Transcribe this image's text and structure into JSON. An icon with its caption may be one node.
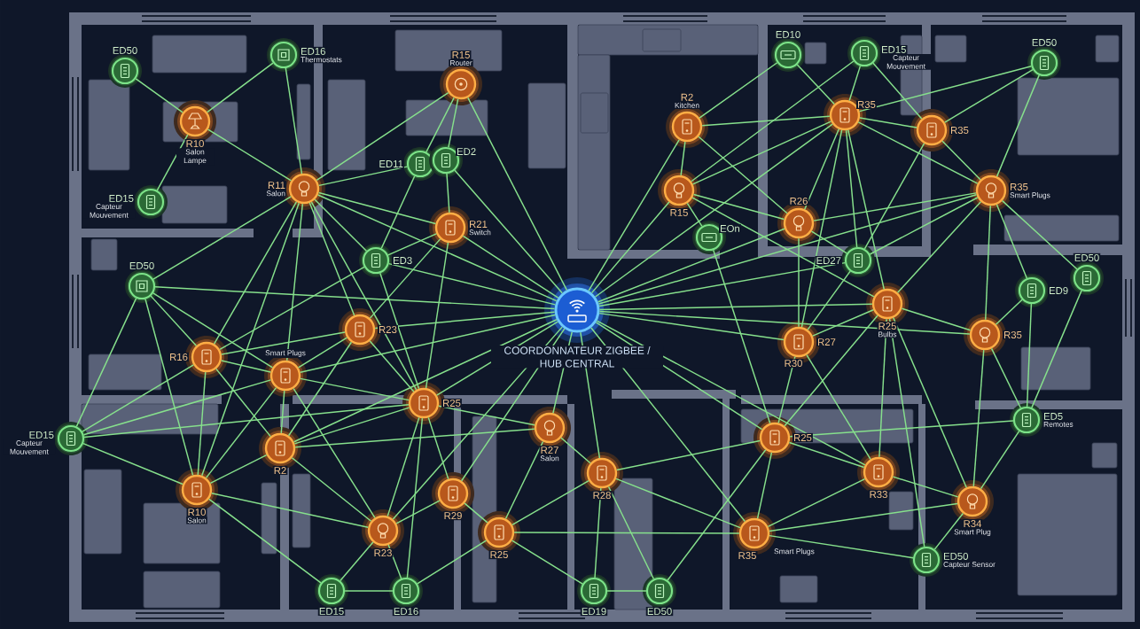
{
  "diagram": {
    "nodes": [
      {
        "text": [
          "COORDONNATEUR ZIGBEE / HUB CENTRAL"
        ]
      },
      {
        "text": [
          "ED50"
        ]
      },
      {
        "text": [
          "ED16",
          "Thermostats"
        ]
      },
      {
        "text": [
          "R15",
          "Router"
        ]
      },
      {
        "text": [
          "R10",
          "Salon Lampe"
        ]
      },
      {
        "text": [
          "ED15",
          "Capteur Mouvement"
        ]
      },
      {
        "text": [
          "R11",
          "Salon"
        ]
      },
      {
        "text": [
          "ED11"
        ]
      },
      {
        "text": [
          "ED2"
        ]
      },
      {
        "text": [
          "R21",
          "Switch"
        ]
      },
      {
        "text": [
          "ED3"
        ]
      },
      {
        "text": [
          "R2",
          "Kitchen"
        ]
      },
      {
        "text": [
          "R15"
        ]
      },
      {
        "text": [
          "EOn"
        ]
      },
      {
        "text": [
          "ED10"
        ]
      },
      {
        "text": [
          "ED15",
          "Capteur Mouvement"
        ]
      },
      {
        "text": [
          "R35"
        ]
      },
      {
        "text": [
          "R35"
        ]
      },
      {
        "text": [
          "ED50"
        ]
      },
      {
        "text": [
          "R26"
        ]
      },
      {
        "text": [
          "R35",
          "Smart Plugs"
        ]
      },
      {
        "text": [
          "ED27"
        ]
      },
      {
        "text": [
          "ED50"
        ]
      },
      {
        "text": [
          "ED50"
        ]
      },
      {
        "text": [
          "ED9"
        ]
      },
      {
        "text": [
          "R25",
          "Bulbs"
        ]
      },
      {
        "text": [
          "R23"
        ]
      },
      {
        "text": [
          "R27"
        ],
        "beside": [
          "R30"
        ]
      },
      {
        "text": [
          "R35"
        ]
      },
      {
        "text": [
          "R16"
        ]
      },
      {
        "text": [
          "Smart Plugs"
        ]
      },
      {
        "text": [
          "R25"
        ]
      },
      {
        "text": [
          "ED15",
          "Capteur Mouvement"
        ]
      },
      {
        "text": [
          "R27",
          "Salon"
        ]
      },
      {
        "text": [
          "R25"
        ]
      },
      {
        "text": [
          "ED5",
          "Remotes"
        ]
      },
      {
        "text": [
          "R2"
        ]
      },
      {
        "text": [
          "R33"
        ]
      },
      {
        "text": [
          "R28"
        ]
      },
      {
        "text": [
          "R10",
          "Salon"
        ]
      },
      {
        "text": [
          "R29"
        ]
      },
      {
        "text": [
          "R34",
          "Smart Plug"
        ]
      },
      {
        "text": [
          "R23"
        ]
      },
      {
        "text": [
          "R25"
        ]
      },
      {
        "text": [
          "R35",
          "Smart Plugs"
        ]
      },
      {
        "text": [
          "ED50",
          "Capteur Sensor"
        ]
      },
      {
        "text": [
          "ED15"
        ]
      },
      {
        "text": [
          "ED16"
        ]
      },
      {
        "text": [
          "ED19"
        ]
      },
      {
        "text": [
          "ED50"
        ]
      }
    ],
    "edges": [
      {
        "from": 0,
        "to": 3,
        "arrow": "none"
      },
      {
        "from": 0,
        "to": 6,
        "arrow": "none"
      },
      {
        "from": 0,
        "to": 8,
        "arrow": "none"
      },
      {
        "from": 0,
        "to": 9,
        "arrow": "none"
      },
      {
        "from": 0,
        "to": 10,
        "arrow": "none"
      },
      {
        "from": 0,
        "to": 26,
        "arrow": "none"
      },
      {
        "from": 0,
        "to": 30,
        "arrow": "none"
      },
      {
        "from": 0,
        "to": 31,
        "arrow": "none"
      },
      {
        "from": 0,
        "to": 36,
        "arrow": "none"
      },
      {
        "from": 0,
        "to": 40,
        "arrow": "none"
      },
      {
        "from": 0,
        "to": 33,
        "arrow": "none"
      },
      {
        "from": 0,
        "to": 38,
        "arrow": "none"
      },
      {
        "from": 0,
        "to": 34,
        "arrow": "none"
      },
      {
        "from": 0,
        "to": 27,
        "arrow": "none"
      },
      {
        "from": 0,
        "to": 25,
        "arrow": "none"
      },
      {
        "from": 0,
        "to": 21,
        "arrow": "none"
      },
      {
        "from": 0,
        "to": 19,
        "arrow": "none"
      },
      {
        "from": 0,
        "to": 20,
        "arrow": "none"
      },
      {
        "from": 0,
        "to": 16,
        "arrow": "none"
      },
      {
        "from": 0,
        "to": 12,
        "arrow": "none"
      },
      {
        "from": 0,
        "to": 11,
        "arrow": "none"
      },
      {
        "from": 0,
        "to": 28,
        "arrow": "none"
      },
      {
        "from": 0,
        "to": 42,
        "arrow": "none"
      },
      {
        "from": 0,
        "to": 37,
        "arrow": "none"
      },
      {
        "from": 0,
        "to": 44,
        "arrow": "none"
      },
      {
        "from": 0,
        "to": 22,
        "arrow": "none"
      },
      {
        "from": 1,
        "to": 4,
        "arrow": "none"
      },
      {
        "from": 2,
        "to": 4,
        "arrow": "none"
      },
      {
        "from": 4,
        "to": 6,
        "arrow": "none"
      },
      {
        "from": 4,
        "to": 5,
        "arrow": "none"
      },
      {
        "from": 2,
        "to": 6,
        "arrow": "none"
      },
      {
        "from": 6,
        "to": 22,
        "arrow": "none"
      },
      {
        "from": 3,
        "to": 6,
        "arrow": "none"
      },
      {
        "from": 6,
        "to": 7,
        "arrow": "none"
      },
      {
        "from": 6,
        "to": 9,
        "arrow": "none"
      },
      {
        "from": 6,
        "to": 10,
        "arrow": "none"
      },
      {
        "from": 6,
        "to": 29,
        "arrow": "none"
      },
      {
        "from": 6,
        "to": 30,
        "arrow": "none"
      },
      {
        "from": 6,
        "to": 39,
        "arrow": "none"
      },
      {
        "from": 6,
        "to": 26,
        "arrow": "none"
      },
      {
        "from": 6,
        "to": 31,
        "arrow": "none"
      },
      {
        "from": 3,
        "to": 7,
        "arrow": "none"
      },
      {
        "from": 3,
        "to": 8,
        "arrow": "none"
      },
      {
        "from": 7,
        "to": 10,
        "arrow": "none"
      },
      {
        "from": 8,
        "to": 9,
        "arrow": "none"
      },
      {
        "from": 9,
        "to": 10,
        "arrow": "none"
      },
      {
        "from": 9,
        "to": 26,
        "arrow": "none"
      },
      {
        "from": 9,
        "to": 31,
        "arrow": "none"
      },
      {
        "from": 10,
        "to": 31,
        "arrow": "none"
      },
      {
        "from": 10,
        "to": 29,
        "arrow": "none"
      },
      {
        "from": 22,
        "to": 32,
        "arrow": "none"
      },
      {
        "from": 22,
        "to": 29,
        "arrow": "none"
      },
      {
        "from": 22,
        "to": 39,
        "arrow": "none"
      },
      {
        "from": 22,
        "to": 30,
        "arrow": "none"
      },
      {
        "from": 26,
        "to": 29,
        "arrow": "none"
      },
      {
        "from": 26,
        "to": 30,
        "arrow": "none"
      },
      {
        "from": 26,
        "to": 36,
        "arrow": "none"
      },
      {
        "from": 26,
        "to": 31,
        "arrow": "none"
      },
      {
        "from": 29,
        "to": 32,
        "arrow": "none"
      },
      {
        "from": 29,
        "to": 39,
        "arrow": "none"
      },
      {
        "from": 29,
        "to": 30,
        "arrow": "none"
      },
      {
        "from": 29,
        "to": 36,
        "arrow": "none"
      },
      {
        "from": 30,
        "to": 36,
        "arrow": "none"
      },
      {
        "from": 30,
        "to": 39,
        "arrow": "none"
      },
      {
        "from": 30,
        "to": 32,
        "arrow": "none"
      },
      {
        "from": 30,
        "to": 31,
        "arrow": "none"
      },
      {
        "from": 30,
        "to": 42,
        "arrow": "none"
      },
      {
        "from": 31,
        "to": 40,
        "arrow": "none"
      },
      {
        "from": 31,
        "to": 33,
        "arrow": "none"
      },
      {
        "from": 31,
        "to": 36,
        "arrow": "none"
      },
      {
        "from": 31,
        "to": 32,
        "arrow": "none"
      },
      {
        "from": 31,
        "to": 42,
        "arrow": "none"
      },
      {
        "from": 31,
        "to": 47,
        "arrow": "none"
      },
      {
        "from": 32,
        "to": 39,
        "arrow": "none"
      },
      {
        "from": 36,
        "to": 39,
        "arrow": "none"
      },
      {
        "from": 36,
        "to": 33,
        "arrow": "none"
      },
      {
        "from": 36,
        "to": 42,
        "arrow": "none"
      },
      {
        "from": 39,
        "to": 42,
        "arrow": "none"
      },
      {
        "from": 39,
        "to": 46,
        "arrow": "none"
      },
      {
        "from": 40,
        "to": 42,
        "arrow": "none"
      },
      {
        "from": 40,
        "to": 43,
        "arrow": "none"
      },
      {
        "from": 42,
        "to": 46,
        "arrow": "none"
      },
      {
        "from": 42,
        "to": 47,
        "arrow": "none"
      },
      {
        "from": 43,
        "to": 47,
        "arrow": "none"
      },
      {
        "from": 43,
        "to": 48,
        "arrow": "none"
      },
      {
        "from": 46,
        "to": 47,
        "arrow": "none"
      },
      {
        "from": 48,
        "to": 49,
        "arrow": "none"
      },
      {
        "from": 33,
        "to": 38,
        "arrow": "none"
      },
      {
        "from": 33,
        "to": 43,
        "arrow": "none"
      },
      {
        "from": 38,
        "to": 44,
        "arrow": "none"
      },
      {
        "from": 38,
        "to": 48,
        "arrow": "none"
      },
      {
        "from": 38,
        "to": 49,
        "arrow": "none"
      },
      {
        "from": 38,
        "to": 34,
        "arrow": "none"
      },
      {
        "from": 38,
        "to": 43,
        "arrow": "none"
      },
      {
        "from": 49,
        "to": 34,
        "arrow": "none"
      },
      {
        "from": 11,
        "to": 12,
        "arrow": "none"
      },
      {
        "from": 11,
        "to": 16,
        "arrow": "none"
      },
      {
        "from": 11,
        "to": 19,
        "arrow": "none"
      },
      {
        "from": 12,
        "to": 19,
        "arrow": "none"
      },
      {
        "from": 12,
        "to": 16,
        "arrow": "none"
      },
      {
        "from": 12,
        "to": 25,
        "arrow": "none"
      },
      {
        "from": 12,
        "to": 13,
        "arrow": "none"
      },
      {
        "from": 13,
        "to": 34,
        "arrow": "none"
      },
      {
        "from": 14,
        "to": 16,
        "arrow": "none"
      },
      {
        "from": 14,
        "to": 11,
        "arrow": "none"
      },
      {
        "from": 15,
        "to": 16,
        "arrow": "none"
      },
      {
        "from": 15,
        "to": 17,
        "arrow": "none"
      },
      {
        "from": 15,
        "to": 12,
        "arrow": "none"
      },
      {
        "from": 16,
        "to": 17,
        "arrow": "none"
      },
      {
        "from": 16,
        "to": 19,
        "arrow": "none"
      },
      {
        "from": 16,
        "to": 21,
        "arrow": "none"
      },
      {
        "from": 16,
        "to": 25,
        "arrow": "none"
      },
      {
        "from": 16,
        "to": 20,
        "arrow": "none"
      },
      {
        "from": 16,
        "to": 18,
        "arrow": "none"
      },
      {
        "from": 16,
        "to": 27,
        "arrow": "none"
      },
      {
        "from": 17,
        "to": 18,
        "arrow": "none"
      },
      {
        "from": 17,
        "to": 20,
        "arrow": "none"
      },
      {
        "from": 17,
        "to": 21,
        "arrow": "none"
      },
      {
        "from": 18,
        "to": 20,
        "arrow": "none"
      },
      {
        "from": 19,
        "to": 20,
        "arrow": "none"
      },
      {
        "from": 19,
        "to": 27,
        "arrow": "none"
      },
      {
        "from": 19,
        "to": 21,
        "arrow": "none"
      },
      {
        "from": 20,
        "to": 21,
        "arrow": "none"
      },
      {
        "from": 20,
        "to": 25,
        "arrow": "none"
      },
      {
        "from": 20,
        "to": 24,
        "arrow": "none"
      },
      {
        "from": 20,
        "to": 23,
        "arrow": "none"
      },
      {
        "from": 20,
        "to": 28,
        "arrow": "none"
      },
      {
        "from": 21,
        "to": 27,
        "arrow": "none"
      },
      {
        "from": 23,
        "to": 35,
        "arrow": "none"
      },
      {
        "from": 24,
        "to": 35,
        "arrow": "none"
      },
      {
        "from": 24,
        "to": 28,
        "arrow": "none"
      },
      {
        "from": 25,
        "to": 27,
        "arrow": "none"
      },
      {
        "from": 25,
        "to": 28,
        "arrow": "none"
      },
      {
        "from": 25,
        "to": 37,
        "arrow": "none"
      },
      {
        "from": 25,
        "to": 41,
        "arrow": "none"
      },
      {
        "from": 25,
        "to": 34,
        "arrow": "none"
      },
      {
        "from": 25,
        "to": 45,
        "arrow": "none"
      },
      {
        "from": 27,
        "to": 34,
        "arrow": "none"
      },
      {
        "from": 27,
        "to": 37,
        "arrow": "none"
      },
      {
        "from": 28,
        "to": 35,
        "arrow": "none"
      },
      {
        "from": 28,
        "to": 41,
        "arrow": "none"
      },
      {
        "from": 34,
        "to": 37,
        "arrow": "none"
      },
      {
        "from": 34,
        "to": 44,
        "arrow": "none"
      },
      {
        "from": 35,
        "to": 41,
        "arrow": "none"
      },
      {
        "from": 35,
        "to": 34,
        "arrow": "none"
      },
      {
        "from": 37,
        "to": 41,
        "arrow": "none"
      },
      {
        "from": 37,
        "to": 44,
        "arrow": "none"
      },
      {
        "from": 41,
        "to": 44,
        "arrow": "none"
      },
      {
        "from": 41,
        "to": 45,
        "arrow": "none"
      },
      {
        "from": 44,
        "to": 45,
        "arrow": "none"
      },
      {
        "from": 44,
        "to": 43,
        "arrow": "none"
      }
    ]
  }
}
